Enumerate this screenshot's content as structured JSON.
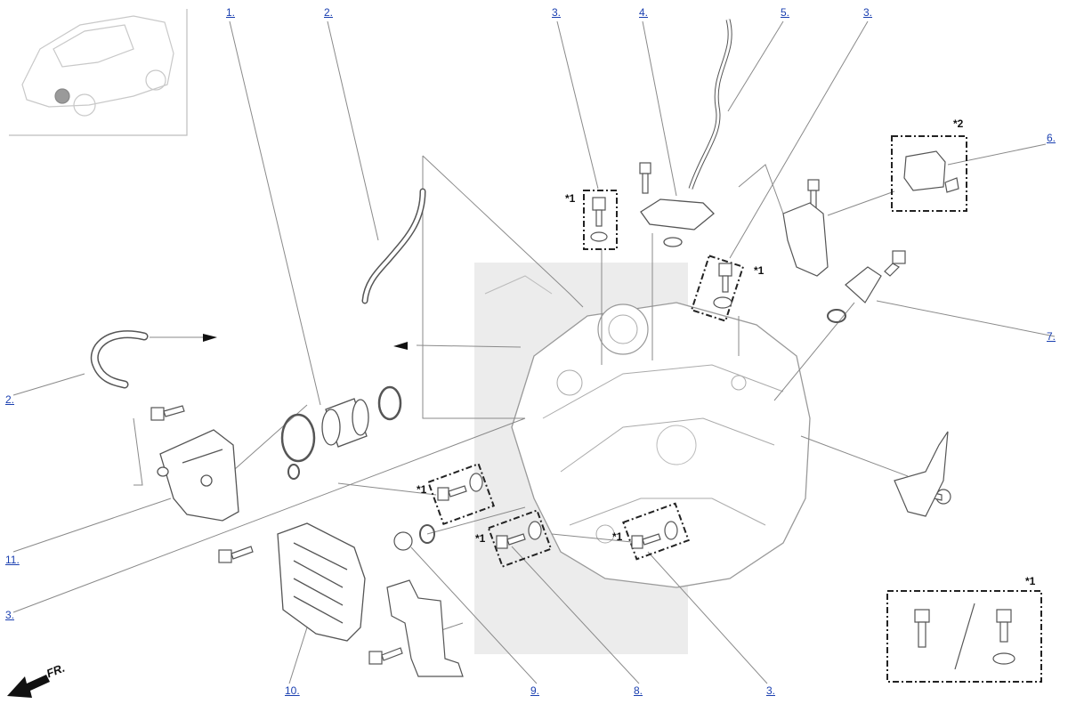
{
  "callouts": {
    "c1": "1.",
    "c2_top": "2.",
    "c3_top_a": "3.",
    "c4": "4.",
    "c5": "5.",
    "c3_top_b": "3.",
    "c6": "6.",
    "c7": "7.",
    "c2_left": "2.",
    "c11": "11.",
    "c3_left": "3.",
    "c10": "10.",
    "c9": "9.",
    "c8": "8.",
    "c3_bottom": "3."
  },
  "notes": {
    "n1_a": "*1",
    "n1_b": "*1",
    "n2": "*2",
    "n1_c": "*1",
    "n1_d": "*1",
    "n1_e": "*1",
    "n1_legend": "*1"
  },
  "direction_label": "FR.",
  "colors": {
    "link": "#1a3fb0",
    "line": "#8a8a8a",
    "part": "#555555",
    "ghost": "#dedede"
  }
}
